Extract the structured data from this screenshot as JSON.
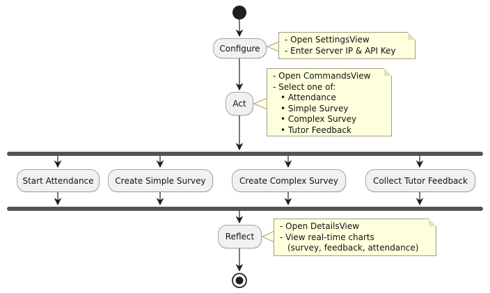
{
  "diagram": {
    "type": "activity-diagram",
    "nodes": {
      "configure": "Configure",
      "act": "Act",
      "branches": [
        "Start Attendance",
        "Create Simple Survey",
        "Create Complex Survey",
        "Collect Tutor Feedback"
      ],
      "reflect": "Reflect"
    },
    "notes": [
      {
        "attached_to": "Configure",
        "lines": [
          "- Open SettingsView",
          "- Enter Server IP & API Key"
        ]
      },
      {
        "attached_to": "Act",
        "lines": [
          "- Open CommandsView",
          "- Select one of:",
          "• Attendance",
          "• Simple Survey",
          "• Complex Survey",
          "• Tutor Feedback"
        ]
      },
      {
        "attached_to": "Reflect",
        "lines": [
          "- Open DetailsView",
          "- View real-time charts",
          "(survey, feedback, attendance)"
        ]
      }
    ],
    "colors": {
      "activity_fill": "#F1F1F1",
      "activity_border": "#A3A3A3",
      "note_fill": "#FEFFDD",
      "note_border": "#9D9D85",
      "sync_bar": "#545454",
      "flow": "#1F1F1F",
      "background": "#FFFFFF"
    }
  }
}
